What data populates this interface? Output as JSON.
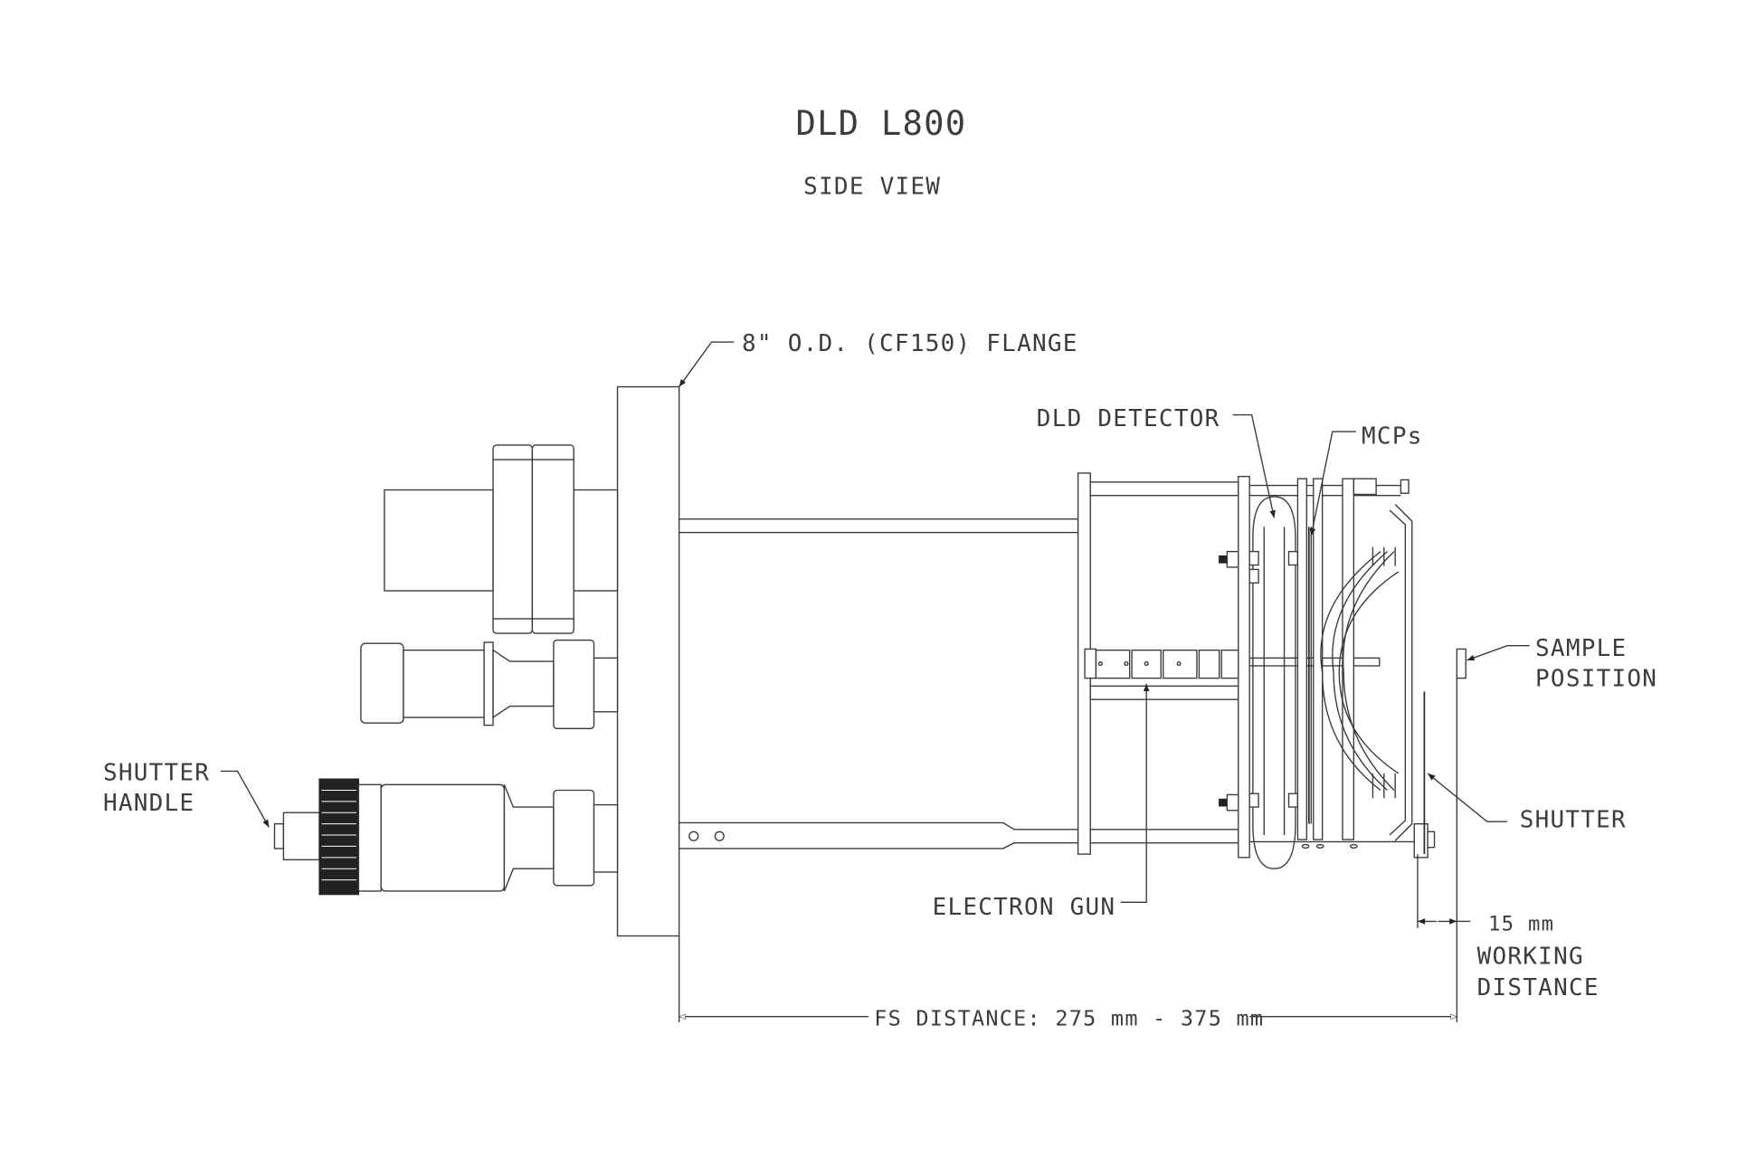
{
  "title": "DLD L800",
  "subtitle": "SIDE VIEW",
  "labels": {
    "flange": "8\" O.D. (CF150) FLANGE",
    "dld_detector": "DLD DETECTOR",
    "mcps": "MCPs",
    "sample_position_1": "SAMPLE",
    "sample_position_2": "POSITION",
    "shutter": "SHUTTER",
    "shutter_handle_1": "SHUTTER",
    "shutter_handle_2": "HANDLE",
    "electron_gun": "ELECTRON GUN",
    "working_distance_value": "15 mm",
    "working_distance_1": "WORKING",
    "working_distance_2": "DISTANCE",
    "fs_distance": "FS DISTANCE: 275 mm - 375 mm"
  }
}
